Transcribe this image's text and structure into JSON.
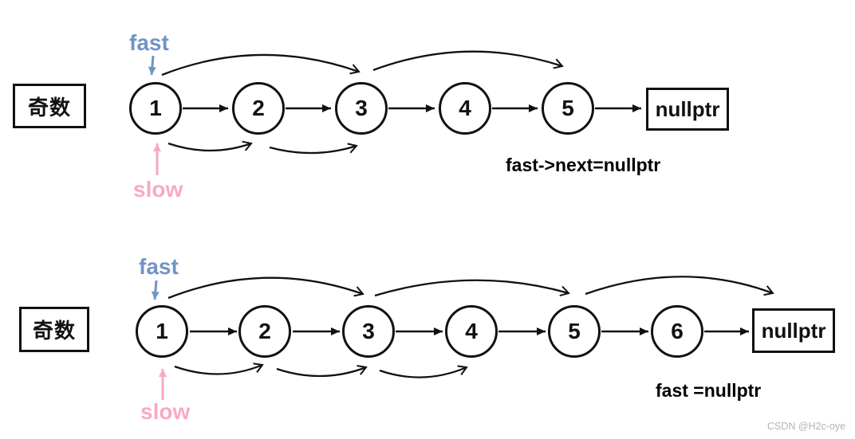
{
  "page": {
    "background": "#ffffff"
  },
  "palette": {
    "ink": "#111111",
    "fast_color": "#7193c6",
    "slow_color": "#f9a9c4",
    "watermark_color": "#b3b3b3"
  },
  "watermark": "CSDN @H2c-oye",
  "diagrams": [
    {
      "case_label": "奇数",
      "fast_label": "fast",
      "slow_label": "slow",
      "null_label": "nullptr",
      "equation": "fast->next=nullptr",
      "nodes": [
        "1",
        "2",
        "3",
        "4",
        "5"
      ]
    },
    {
      "case_label": "奇数",
      "fast_label": "fast",
      "slow_label": "slow",
      "null_label": "nullptr",
      "equation": "fast =nullptr",
      "nodes": [
        "1",
        "2",
        "3",
        "4",
        "5",
        "6"
      ]
    }
  ]
}
